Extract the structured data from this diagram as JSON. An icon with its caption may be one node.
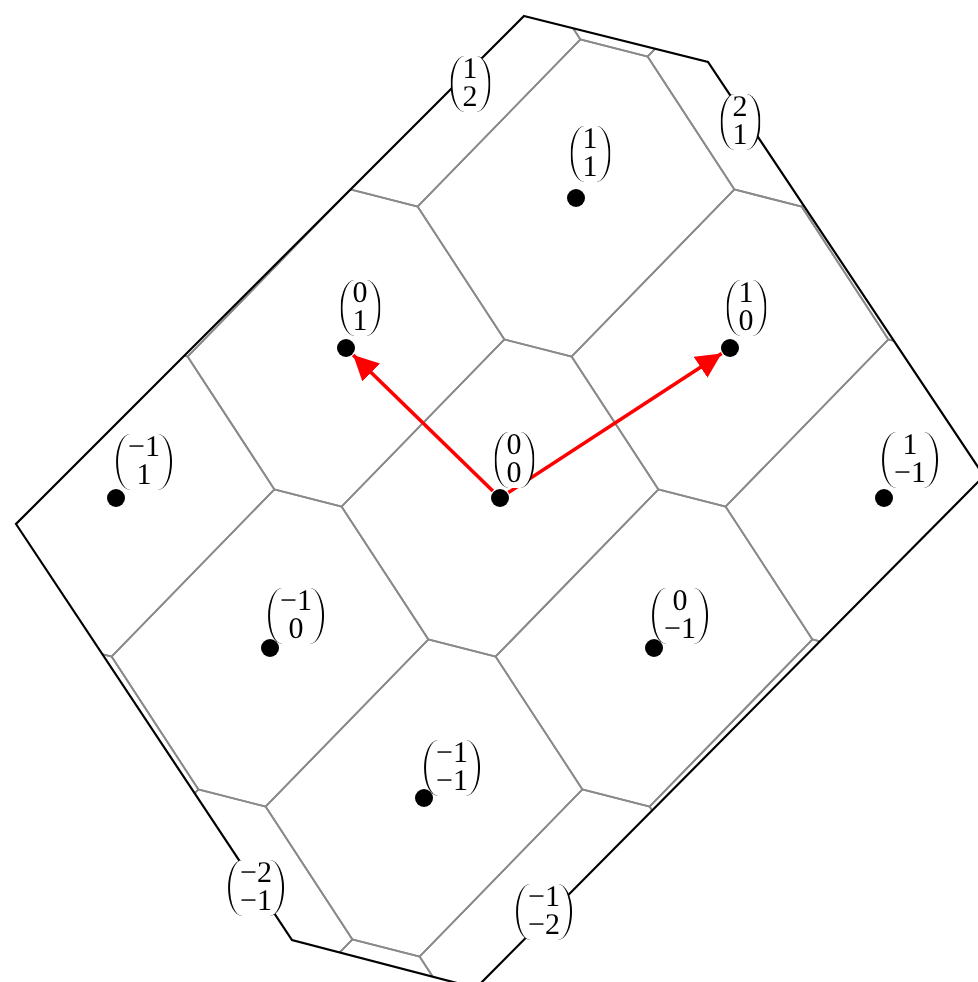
{
  "diagram": {
    "nodes": [
      {
        "text": [],
        "shape": "circle",
        "beside": [
          "1",
          "1"
        ]
      },
      {
        "text": [],
        "shape": "circle",
        "beside": [
          "0",
          "1"
        ]
      },
      {
        "text": [],
        "shape": "circle",
        "beside": [
          "1",
          "0"
        ]
      },
      {
        "text": [],
        "shape": "circle",
        "beside": [
          "−1",
          "1"
        ]
      },
      {
        "text": [],
        "shape": "circle",
        "beside": [
          "0",
          "0"
        ]
      },
      {
        "text": [],
        "shape": "circle",
        "beside": [
          "1",
          "−1"
        ]
      },
      {
        "text": [],
        "shape": "circle",
        "beside": [
          "−1",
          "0"
        ]
      },
      {
        "text": [],
        "shape": "circle",
        "beside": [
          "0",
          "−1"
        ]
      },
      {
        "text": [],
        "shape": "circle",
        "beside": [
          "−1",
          "−1"
        ]
      }
    ],
    "edges": [
      {
        "from": 4,
        "to": 1,
        "arrow": "to"
      },
      {
        "from": 4,
        "to": 2,
        "arrow": "to"
      }
    ],
    "labels": [
      "1",
      "2",
      "2",
      "1",
      "−2",
      "−1",
      "−1",
      "−2"
    ]
  }
}
